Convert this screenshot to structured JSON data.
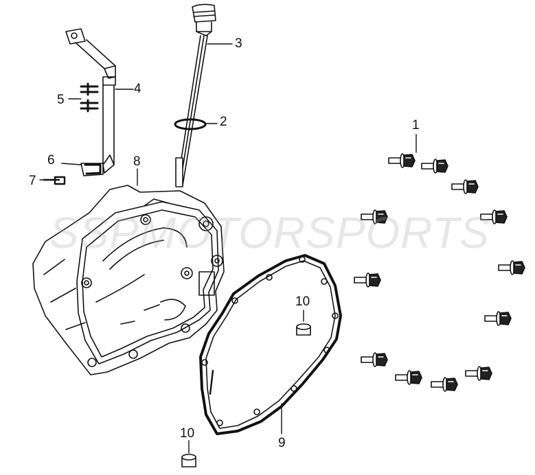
{
  "watermark": "SSPMOTORSPORTS",
  "callouts": {
    "c1": "1",
    "c2": "2",
    "c3": "3",
    "c4": "4",
    "c5": "5",
    "c6": "6",
    "c7": "7",
    "c8": "8",
    "c9": "9",
    "c10a": "10",
    "c10b": "10"
  },
  "colors": {
    "line": "#111111",
    "watermark": "#aaaaaa",
    "background": "#ffffff"
  }
}
